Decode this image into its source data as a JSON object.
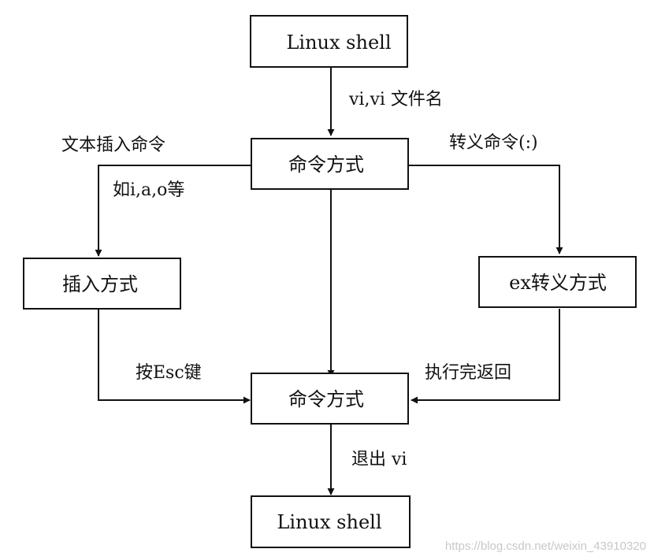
{
  "boxes": {
    "top_shell": "Linux shell",
    "cmd_mode_top": "命令方式",
    "insert_mode": "插入方式",
    "ex_mode": "ex转义方式",
    "cmd_mode_bottom": "命令方式",
    "bottom_shell": "Linux shell"
  },
  "edges": {
    "shell_to_cmd": "vi,vi 文件名",
    "cmd_to_insert_title": "文本插入命令",
    "cmd_to_insert_examples": "如i,a,o等",
    "cmd_to_ex": "转义命令(:)",
    "insert_to_cmd": "按Esc键",
    "ex_to_cmd": "执行完返回",
    "cmd_to_shell": "退出 vi"
  },
  "watermark": "https://blog.csdn.net/weixin_43910320"
}
